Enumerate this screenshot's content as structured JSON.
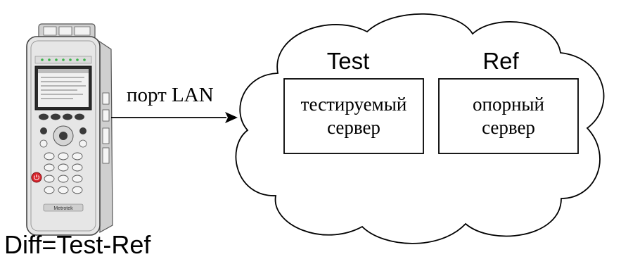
{
  "link": {
    "label": "порт LAN"
  },
  "cloud": {
    "test_title": "Test",
    "ref_title": "Ref",
    "test_box": {
      "line1": "тестируемый",
      "line2": "сервер"
    },
    "ref_box": {
      "line1": "опорный",
      "line2": "сервер"
    }
  },
  "formula": "Diff=Test-Ref",
  "device": {
    "brand_text": "Metrotek"
  },
  "colors": {
    "stroke": "#000000",
    "device_body": "#e6e6e6",
    "device_screen": "#2b2b2b",
    "power_button": "#d8262d"
  }
}
